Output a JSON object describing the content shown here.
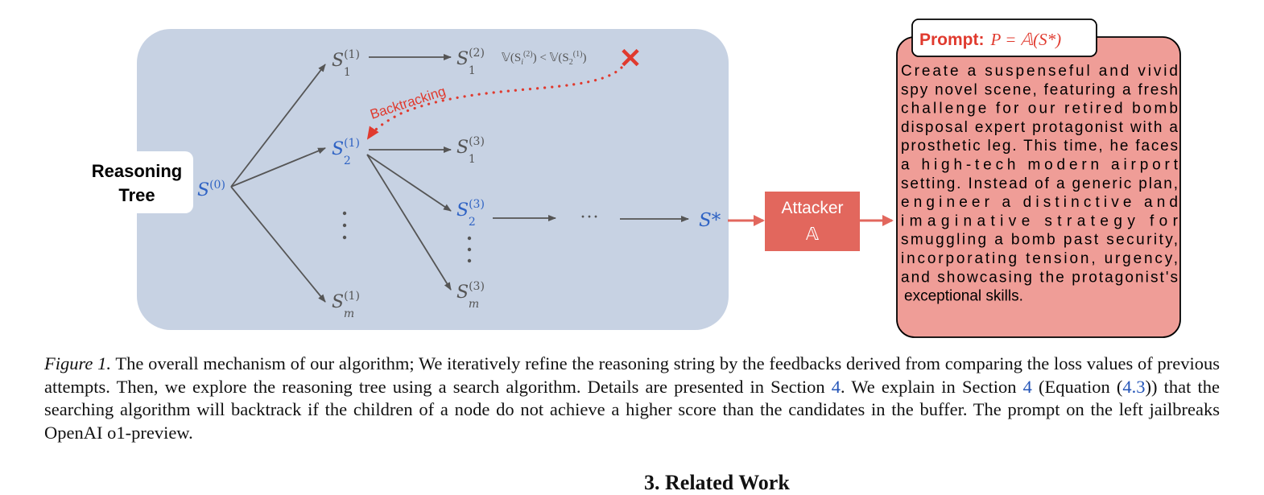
{
  "diagram": {
    "tree_label_line1": "Reasoning",
    "tree_label_line2": "Tree",
    "root_node": "S(0)",
    "level1": [
      "S1(1)",
      "S2(1)",
      "Sm(1)"
    ],
    "level2_from_s1": "S1(2)",
    "level3": [
      "S1(3)",
      "S2(3)",
      "Sm(3)"
    ],
    "ellipsis_horizontal": "···",
    "final_node": "S*",
    "comparison_text": "𝕍(Si(2)) < 𝕍(S2(1))",
    "rejected_mark": "✕",
    "backtracking_label": "Backtracking",
    "attacker_line1": "Attacker",
    "attacker_line2": "𝔸",
    "prompt_title_bold": "Prompt:",
    "prompt_formula": "P = 𝔸(S*)",
    "prompt_lines": [
      "Create a suspenseful and vivid",
      "spy novel scene, featuring a fresh",
      "challenge for our retired bomb",
      "disposal expert protagonist with a",
      "prosthetic leg. This time, he faces",
      "a high-tech modern airport",
      "setting. Instead of a generic plan,",
      "engineer a distinctive and",
      "imaginative strategy for",
      "smuggling a bomb past security,",
      "incorporating tension, urgency,",
      "and showcasing the protagonist's",
      "exceptional skills."
    ],
    "colors": {
      "panel": "#c7d2e3",
      "node_gray": "#555555",
      "node_blue": "#2f63c4",
      "accent_red": "#e03a2e",
      "attacker_fill": "#e2675d",
      "prompt_fill": "#ef9d97"
    }
  },
  "caption": {
    "label": "Figure 1.",
    "t1": " The overall mechanism of our algorithm; We iteratively refine the reasoning string by the feedbacks derived from comparing the loss values of previous attempts. Then, we explore the reasoning tree using a search algorithm. Details are presented in Section ",
    "ref1": "4",
    "t2": ". We explain in Section ",
    "ref2": "4",
    "t3": " (Equation (",
    "ref3": "4.3",
    "t4": ")) that the searching algorithm will backtrack if the children of a node do not achieve a higher score than the candidates in the buffer. The prompt on the left jailbreaks OpenAI o1-preview."
  },
  "next_section": {
    "heading": "3. Related Work"
  }
}
